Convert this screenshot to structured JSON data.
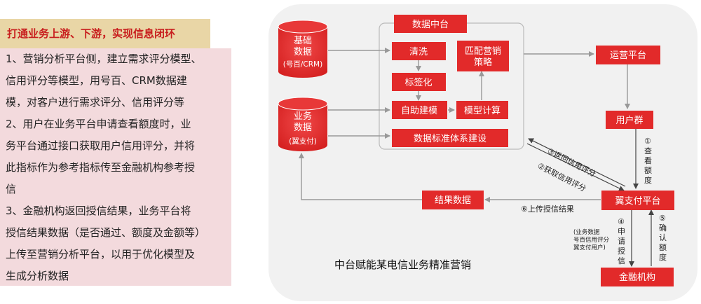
{
  "left": {
    "title": "打通业务上游、下游，实现信息闭环",
    "paragraphs": [
      [
        "1、营销分析平台侧，建立需求评分模型、",
        "信用评分等模型，用号百、CRM数据建",
        "模，对客户进行需求评分、信用评分等"
      ],
      [
        "2、用户在业务平台申请查看额度时，业",
        "务平台通过接口获取用户信用评分，并将",
        "此指标作为参考指标传至金融机构参考授",
        "信"
      ],
      [
        "3、金融机构返回授信结果，业务平台将",
        "授信结果数据（是否通过、额度及金额等）",
        "上传至营销分析平台，以用于优化模型及",
        "生成分析数据"
      ]
    ]
  },
  "diagram": {
    "caption": "中台赋能某电信业务精准营销",
    "databases": {
      "base": [
        "基础",
        "数据",
        "(号百/CRM)"
      ],
      "business": [
        "业务",
        "数据",
        "(翼支付)"
      ]
    },
    "boxes": {
      "data_center": "数据中台",
      "clean": "清洗",
      "match": [
        "匹配营销",
        "策略"
      ],
      "tag": "标签化",
      "auto_model": "自助建模",
      "model_calc": "模型计算",
      "standard": "数据标准体系建设",
      "ops_platform": "运营平台",
      "user_group": "用户群",
      "pay_platform": "翼支付平台",
      "result_data": "结果数据",
      "finance": "金融机构"
    },
    "labels": {
      "return_score": "③返回信用评分",
      "get_score": "②获取信用评分",
      "upload": "⑥上传授信结果",
      "view_quota": [
        "①",
        "查",
        "看",
        "额",
        "度"
      ],
      "apply_credit": [
        "④",
        "申",
        "请",
        "授",
        "信"
      ],
      "confirm_quota": [
        "⑤",
        "确",
        "认",
        "额",
        "度"
      ],
      "note": [
        "(业务数据",
        "号百信用评分",
        "翼支付用户)"
      ]
    }
  }
}
